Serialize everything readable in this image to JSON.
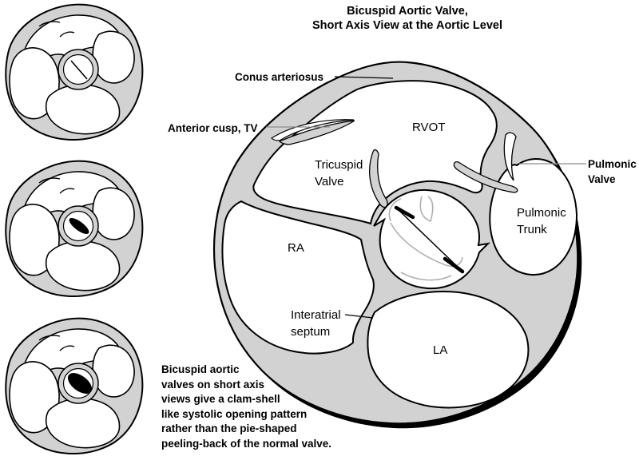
{
  "title": {
    "line1": "Bicuspid Aortic Valve,",
    "line2": "Short Axis View at the Aortic Level"
  },
  "main_labels": {
    "conus_arteriosus": "Conus arteriosus",
    "anterior_cusp_tv": "Anterior cusp, TV",
    "rvot": "RVOT",
    "tricuspid_valve": "Tricuspid\nValve",
    "pulmonic_valve": "Pulmonic\nValve",
    "pulmonic_trunk": "Pulmonic\nTrunk",
    "ra": "RA",
    "la": "LA",
    "interatrial_septum": "Interatrial\nseptum"
  },
  "caption": {
    "text": "Bicuspid aortic\nvalves on short axis\nviews give a clam-shell\nlike systolic opening pattern\nrather than the pie-shaped\npeeling-back of the normal valve."
  },
  "colors": {
    "muscle_gray": "#d2d2d2",
    "cusp_light_gray": "#b0b0b0",
    "leader_line_gray": "#8c8c8c",
    "ink_black": "#000000",
    "background": "#ffffff"
  }
}
